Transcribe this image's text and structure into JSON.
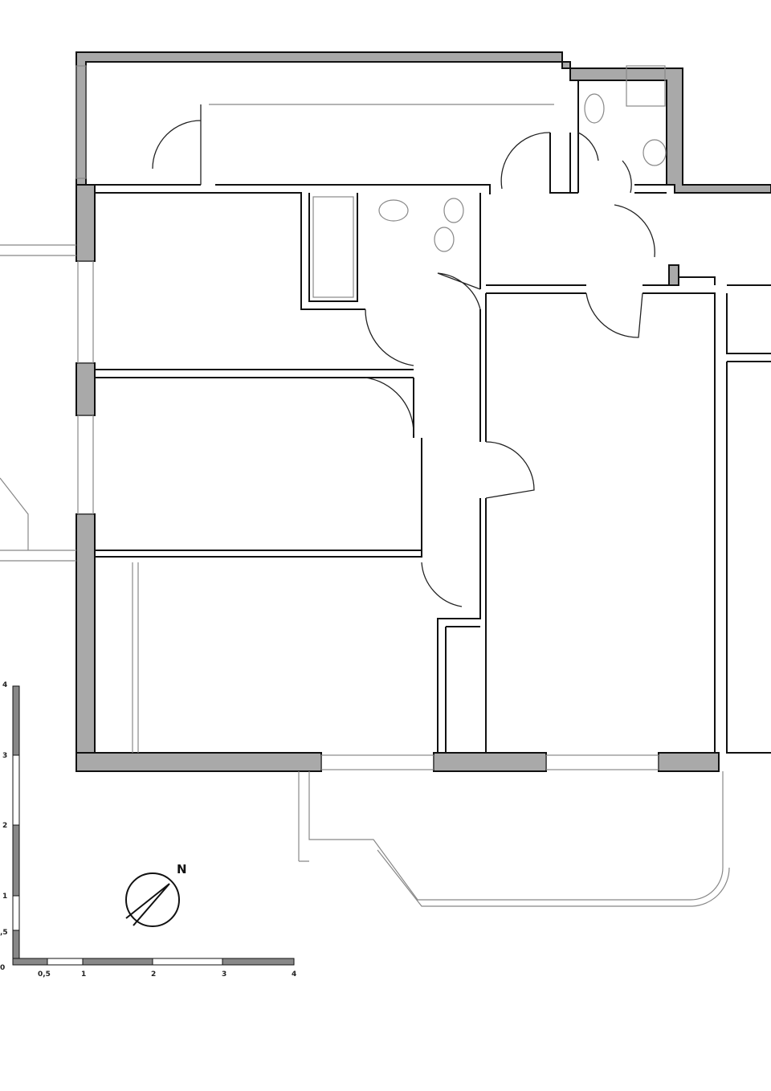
{
  "plan": {
    "north_label": "N",
    "wall_color": "#a9a9a9",
    "scale_unit": "m",
    "horizontal_scale_labels": [
      "0,5",
      "1",
      "2",
      "3",
      "4"
    ],
    "vertical_scale_labels": [
      "0",
      ",5",
      "1",
      "2",
      "3",
      "4"
    ]
  }
}
